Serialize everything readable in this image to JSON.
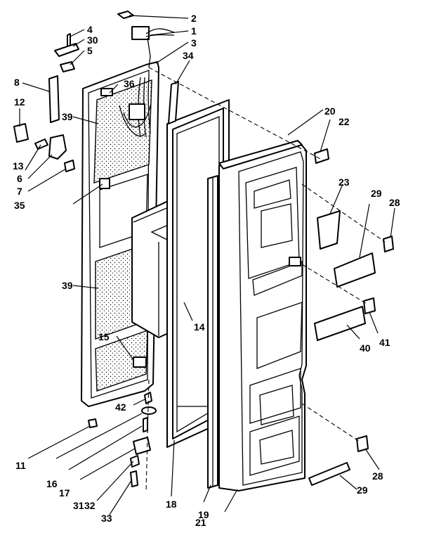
{
  "callouts": [
    "1",
    "2",
    "3",
    "4",
    "5",
    "6",
    "7",
    "8",
    "11",
    "12",
    "13",
    "14",
    "15",
    "16",
    "17",
    "18",
    "19",
    "20",
    "21",
    "22",
    "23",
    "28",
    "28",
    "29",
    "29",
    "30",
    "31",
    "32",
    "33",
    "34",
    "35",
    "36",
    "39",
    "39",
    "40",
    "41",
    "42"
  ]
}
